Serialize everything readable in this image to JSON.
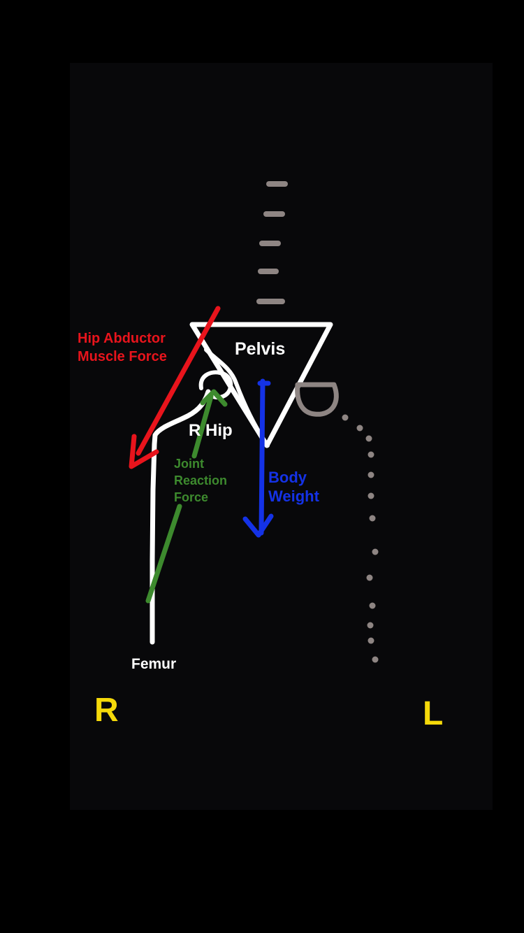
{
  "labels": {
    "hip_abductor_line1": "Hip Abductor",
    "hip_abductor_line2": "Muscle Force",
    "pelvis": "Pelvis",
    "hip": "R Hip",
    "joint_reaction_line1": "Joint",
    "joint_reaction_line2": "Reaction",
    "joint_reaction_line3": "Force",
    "body_weight_line1": "Body",
    "body_weight_line2": "Weight",
    "femur": "Femur",
    "side_right": "R",
    "side_left": "L"
  },
  "colors": {
    "background": "#000000",
    "panel": "#08080a",
    "structure": "#ffffff",
    "abductor_force": "#e8141c",
    "joint_reaction_force": "#3d8a2e",
    "body_weight": "#1432e6",
    "contralateral": "#8e8583",
    "side_marker": "#f5d90a"
  }
}
